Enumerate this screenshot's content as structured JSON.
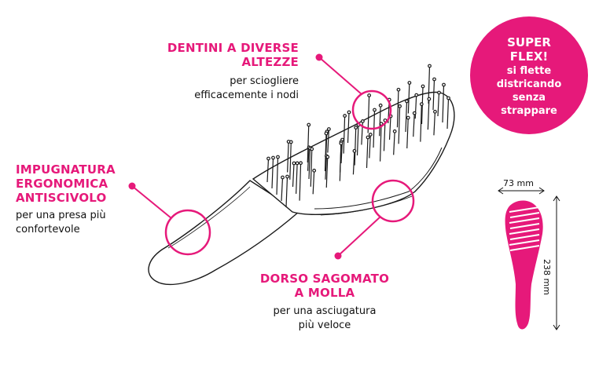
{
  "callouts": {
    "dentini": {
      "title_lines": [
        "DENTINI A DIVERSE",
        "ALTEZZE"
      ],
      "desc_lines": [
        "per sciogliere",
        "efficacemente i nodi"
      ]
    },
    "impugnatura": {
      "title_lines": [
        "IMPUGNATURA",
        "ERGONOMICA",
        "ANTISCIVOLO"
      ],
      "desc_lines": [
        "per una presa più",
        "confortevole"
      ]
    },
    "dorso": {
      "title_lines": [
        "DORSO SAGOMATO",
        "A MOLLA"
      ],
      "desc_lines": [
        "per una asciugatura",
        "più veloce"
      ]
    }
  },
  "badge": {
    "title_lines": [
      "SUPER",
      "FLEX!"
    ],
    "text_lines": [
      "si flette",
      "districando",
      "senza",
      "strappare"
    ]
  },
  "dimensions": {
    "width": "73 mm",
    "height": "238 mm"
  },
  "colors": {
    "accent": "#e6197a",
    "text": "#111111",
    "line": "#1a1a1a"
  }
}
